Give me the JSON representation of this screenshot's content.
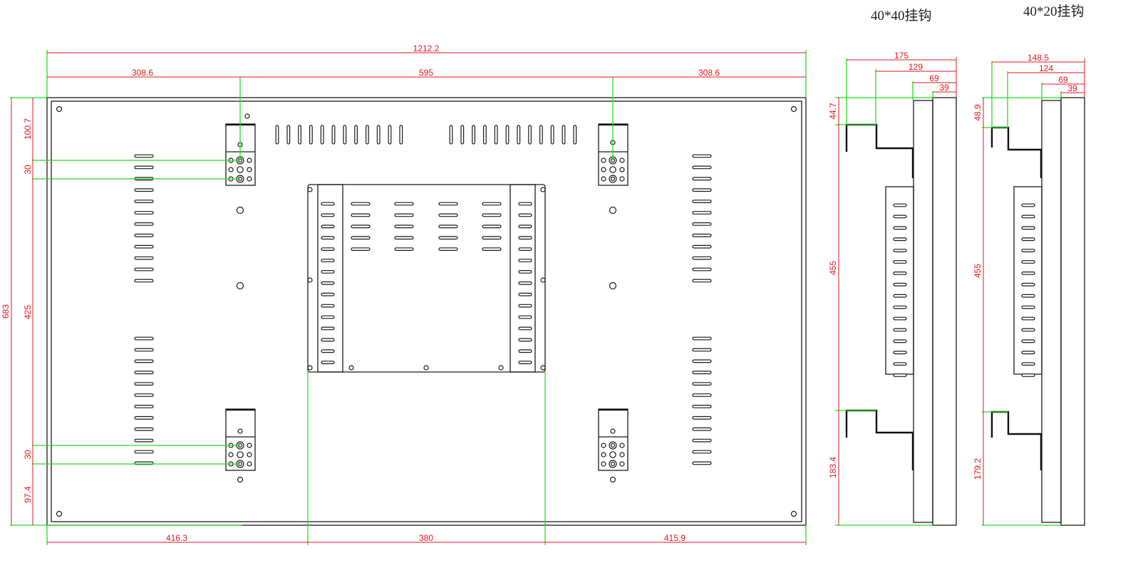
{
  "titles": {
    "hook_40x40": "40*40挂钩",
    "hook_40x20": "40*20挂钩"
  },
  "front_view": {
    "overall_width": "1212.2",
    "left_offset": "308.6",
    "hook_spacing": "595",
    "right_offset": "308.6",
    "top_to_hook": "100.7",
    "hook_top_hole_pitch": "30",
    "hook_vertical_spacing": "425",
    "hook_bottom_hole_pitch": "30",
    "bottom_to_hook": "97.4",
    "overall_height": "683",
    "bottom_left": "416.3",
    "bracket_width": "380",
    "bottom_right": "415.9"
  },
  "side_view_40x40": {
    "depth_175": "175",
    "depth_129": "129",
    "depth_69": "69",
    "depth_39": "39",
    "top_hook": "44.7",
    "hook_spacing": "455",
    "bottom_hook": "183.4"
  },
  "side_view_40x20": {
    "depth_148_5": "148.5",
    "depth_124": "124",
    "depth_69": "69",
    "depth_39": "39",
    "top_hook": "48.9",
    "hook_spacing": "455",
    "bottom_hook": "179.2"
  },
  "colors": {
    "dimension": "#e5141b",
    "reference": "#22dd22",
    "outline": "#1a1a1a"
  }
}
